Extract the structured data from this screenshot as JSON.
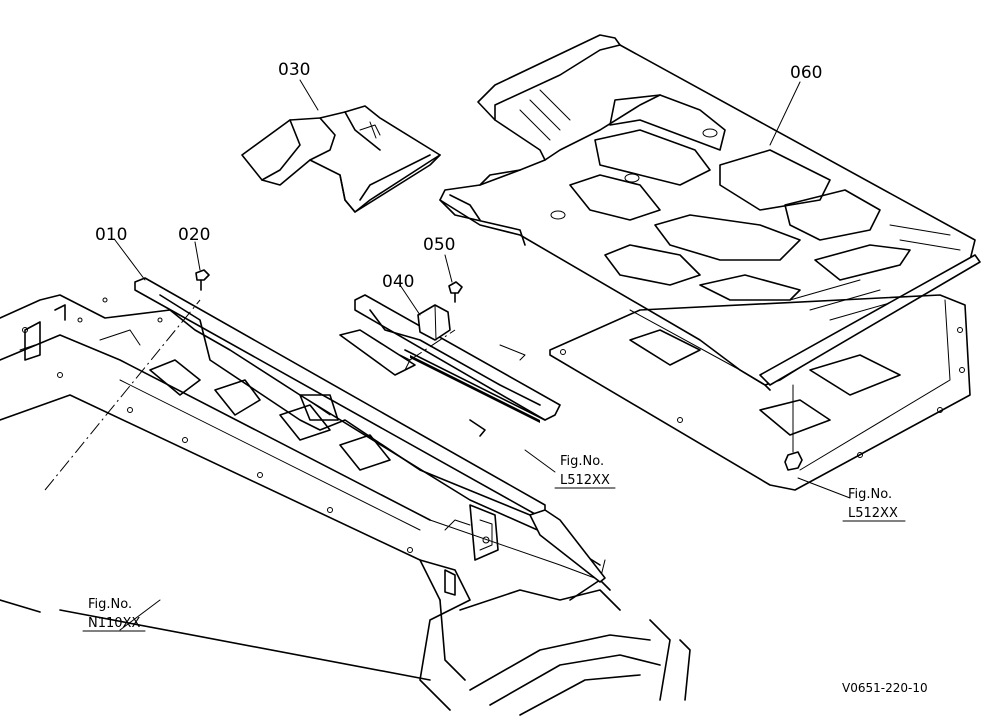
{
  "parts": {
    "p010": "010",
    "p020": "020",
    "p030": "030",
    "p040": "040",
    "p050": "050",
    "p060": "060"
  },
  "refs": {
    "ref_l512_a": {
      "title": "Fig.No.",
      "code": "L512XX"
    },
    "ref_l512_b": {
      "title": "Fig.No.",
      "code": "L512XX"
    },
    "ref_n110": {
      "title": "Fig.No.",
      "code": "N110XX"
    }
  },
  "drawing_code": "V0651-220-10"
}
